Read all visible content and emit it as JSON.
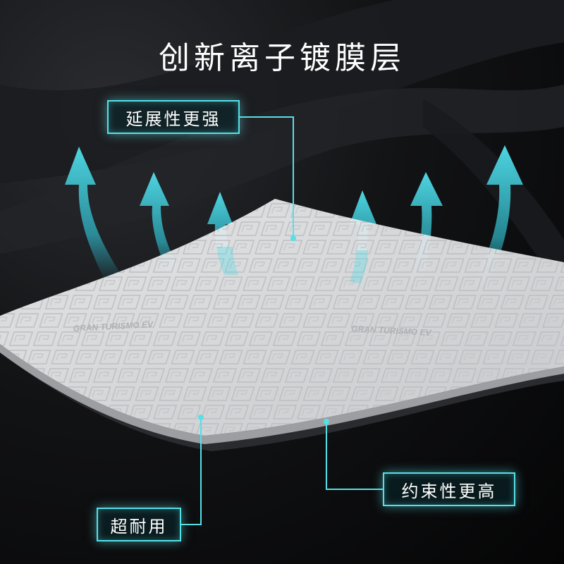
{
  "title": "创新离子镀膜层",
  "callouts": [
    {
      "label": "延展性更强"
    },
    {
      "label": "约束性更高"
    },
    {
      "label": "超耐用"
    }
  ],
  "film": {
    "brand_text": "GRAN TURISMO EV"
  },
  "colors": {
    "accent": "#57dfe6",
    "arrow": "#2fb8c8",
    "background": "#0a0a0b",
    "film": "#e9eaec"
  },
  "icons": [
    "up-curved-arrow-icon"
  ]
}
